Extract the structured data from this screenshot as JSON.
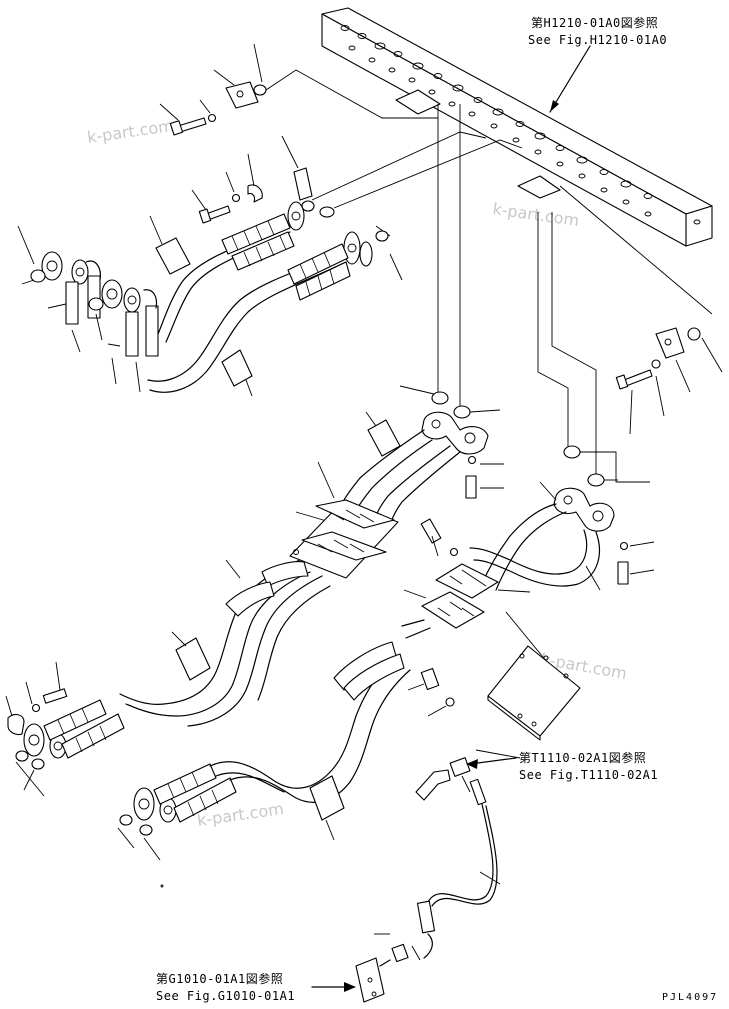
{
  "references": {
    "top": {
      "line1": "第H1210-01A0図参照",
      "line2": "See Fig.H1210-01A0"
    },
    "middle": {
      "line1": "第T1110-02A1図参照",
      "line2": "See Fig.T1110-02A1"
    },
    "bottom": {
      "line1": "第G1010-01A1図参照",
      "line2": "See Fig.G1010-01A1"
    }
  },
  "watermarks": [
    "k-part.com",
    "k-part.com",
    "k-part.com",
    "k-part.com"
  ],
  "drawing_code": "PJL4097"
}
